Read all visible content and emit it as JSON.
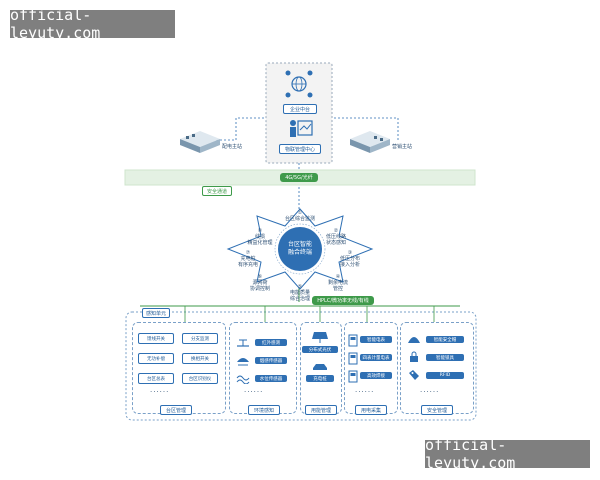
{
  "watermark": "official-leyuty.com",
  "top": {
    "enterprise_platform": "企业中台",
    "iot_center": "物联管理中心",
    "dispatch_station": "配电主站",
    "marketing_station": "营销主站"
  },
  "network": {
    "band_label": "4G/5G/光纤",
    "security_channel": "安全通道",
    "hplc_label": "HPLC/微功率无线/有线"
  },
  "terminal": {
    "center_line1": "台区智能",
    "center_line2": "融合终端",
    "functions": [
      {
        "num": "①",
        "text": "台区综合监测"
      },
      {
        "num": "②",
        "text": "低压线路\n状态感知"
      },
      {
        "num": "③",
        "text": "低压分布\n接入分析"
      },
      {
        "num": "④",
        "text": "剩余电流\n管控"
      },
      {
        "num": "⑤",
        "text": "电能质量\n综合治理"
      },
      {
        "num": "⑥",
        "text": "源网荷\n协调控制"
      },
      {
        "num": "⑦",
        "text": "充电桩\n有序充电"
      },
      {
        "num": "⑧",
        "text": "线损\n精益化管理"
      }
    ]
  },
  "sensing": {
    "title": "感知单元",
    "dots": "......",
    "groups": [
      {
        "name": "台区管理",
        "items": [
          "馈线开关",
          "分支监测",
          "无功补偿",
          "换相开关",
          "台区总表",
          "台区识别仪"
        ]
      },
      {
        "name": "环境感知",
        "items": [
          "红外感测",
          "烟感传感器",
          "水位传感器"
        ]
      },
      {
        "name": "用能管理",
        "items": [
          "分布式光伏",
          "充电桩"
        ]
      },
      {
        "name": "用电采集",
        "items": [
          "智能电表",
          "四表计量电表",
          "高效焊接"
        ]
      },
      {
        "name": "安全管理",
        "items": [
          "智能安全帽",
          "智能锁具",
          "RFID"
        ]
      }
    ]
  },
  "colors": {
    "accent": "#2e6fb3",
    "green": "#3e9a4a",
    "band": "#e4f1e3"
  }
}
